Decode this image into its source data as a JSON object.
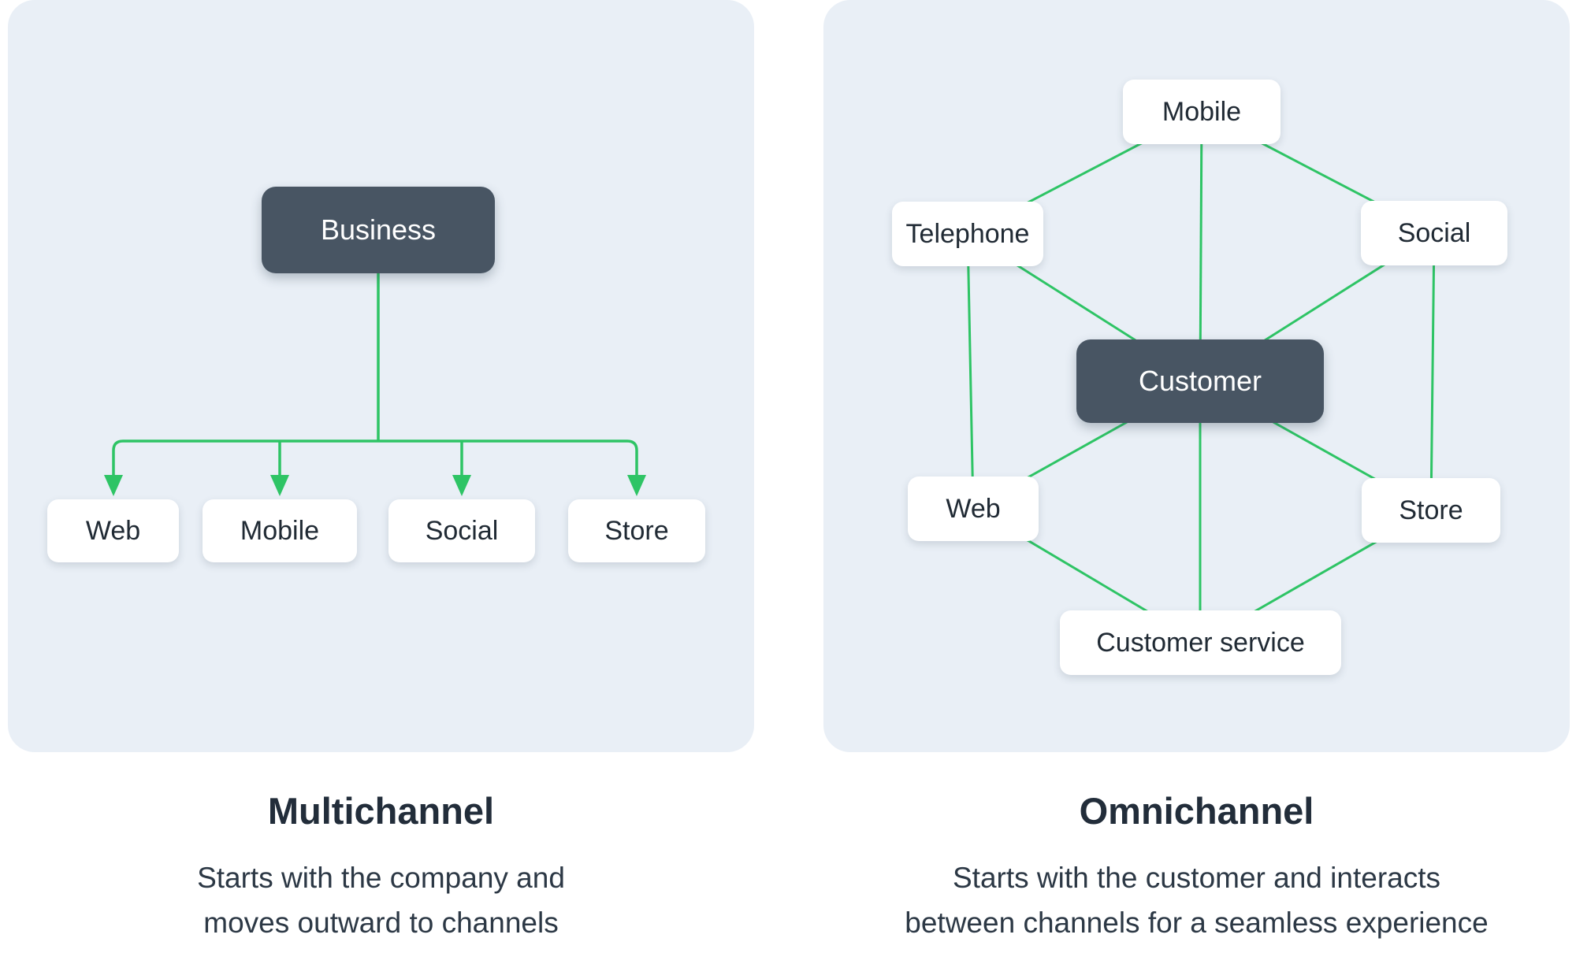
{
  "colors": {
    "panel_bg": "#e9eff6",
    "dark_node": "#485563",
    "green": "#2ec465",
    "title_color": "#222d3a",
    "desc_color": "#2c3845",
    "node_text": "#202a34"
  },
  "left_panel": {
    "title": "Multichannel",
    "description": [
      "Starts with the company and",
      "moves outward to channels"
    ],
    "root_label": "Business",
    "child_labels": [
      "Web",
      "Mobile",
      "Social",
      "Store"
    ],
    "connections": [
      [
        "Business",
        "Web"
      ],
      [
        "Business",
        "Mobile"
      ],
      [
        "Business",
        "Social"
      ],
      [
        "Business",
        "Store"
      ]
    ]
  },
  "right_panel": {
    "title": "Omnichannel",
    "description": [
      "Starts with the customer and interacts",
      "between channels for a seamless experience"
    ],
    "hub_label": "Customer",
    "node_labels": [
      "Mobile",
      "Telephone",
      "Social",
      "Web",
      "Store",
      "Customer service"
    ],
    "connections": [
      [
        "Customer",
        "Mobile"
      ],
      [
        "Customer",
        "Telephone"
      ],
      [
        "Customer",
        "Social"
      ],
      [
        "Customer",
        "Web"
      ],
      [
        "Customer",
        "Store"
      ],
      [
        "Customer",
        "Customer service"
      ],
      [
        "Mobile",
        "Telephone"
      ],
      [
        "Mobile",
        "Social"
      ],
      [
        "Telephone",
        "Web"
      ],
      [
        "Social",
        "Store"
      ],
      [
        "Web",
        "Customer service"
      ],
      [
        "Store",
        "Customer service"
      ]
    ]
  }
}
